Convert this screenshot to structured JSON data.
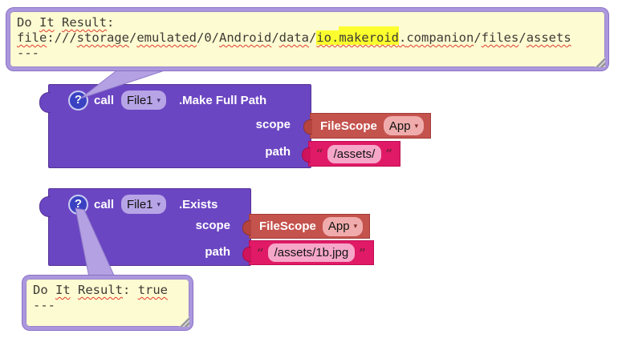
{
  "colors": {
    "workspace_bg": "#ffffff",
    "method_block": "#6b46c2",
    "helper_block": "#c4524d",
    "text_block": "#e01a66",
    "bubble_bg": "#fdfbd1",
    "bubble_border": "#ab97dd",
    "highlight": "#fcfe2d",
    "squiggle": "#e23b2e"
  },
  "icons": {
    "help": "?",
    "dropdown_arrow": "▾"
  },
  "bubbles": {
    "top": {
      "lines": [
        {
          "segments": [
            {
              "text": "Do "
            },
            {
              "text": "It",
              "squiggle": true
            },
            {
              "text": " "
            },
            {
              "text": "Result",
              "squiggle": true
            },
            {
              "text": ":"
            }
          ]
        },
        {
          "segments": [
            {
              "text": "file",
              "squiggle": true
            },
            {
              "text": ":///"
            },
            {
              "text": "storage",
              "squiggle": true
            },
            {
              "text": "/"
            },
            {
              "text": "emulated",
              "squiggle": true
            },
            {
              "text": "/0/"
            },
            {
              "text": "Android",
              "squiggle": true
            },
            {
              "text": "/"
            },
            {
              "text": "data",
              "squiggle": true
            },
            {
              "text": "/"
            },
            {
              "text": "io.",
              "squiggle": true,
              "highlight": "full"
            },
            {
              "text": "makeroid",
              "squiggle": true,
              "highlight": "tall"
            },
            {
              "text": ".",
              "squiggle": true
            },
            {
              "text": "companion",
              "squiggle": true
            },
            {
              "text": "/"
            },
            {
              "text": "files",
              "squiggle": true
            },
            {
              "text": "/"
            },
            {
              "text": "assets",
              "squiggle": true
            }
          ]
        },
        {
          "segments": [
            {
              "text": "---"
            }
          ]
        }
      ]
    },
    "bottom": {
      "lines": [
        {
          "segments": [
            {
              "text": "Do "
            },
            {
              "text": "It",
              "squiggle": true
            },
            {
              "text": " "
            },
            {
              "text": "Result",
              "squiggle": true
            },
            {
              "text": ": "
            },
            {
              "text": "true",
              "squiggle": true
            }
          ]
        },
        {
          "segments": [
            {
              "text": "---"
            }
          ]
        }
      ]
    }
  },
  "blocks": {
    "make_full_path": {
      "call_label": "call",
      "component": "File1",
      "method": ".Make Full Path",
      "params": [
        {
          "label": "scope"
        },
        {
          "label": "path"
        }
      ]
    },
    "exists": {
      "call_label": "call",
      "component": "File1",
      "method": ".Exists",
      "params": [
        {
          "label": "scope"
        },
        {
          "label": "path"
        }
      ]
    }
  },
  "values": {
    "filescope1": {
      "label": "FileScope",
      "selected": "App"
    },
    "path1": {
      "text": "/assets/"
    },
    "filescope2": {
      "label": "FileScope",
      "selected": "App"
    },
    "path2": {
      "text": "/assets/1b.jpg"
    }
  }
}
